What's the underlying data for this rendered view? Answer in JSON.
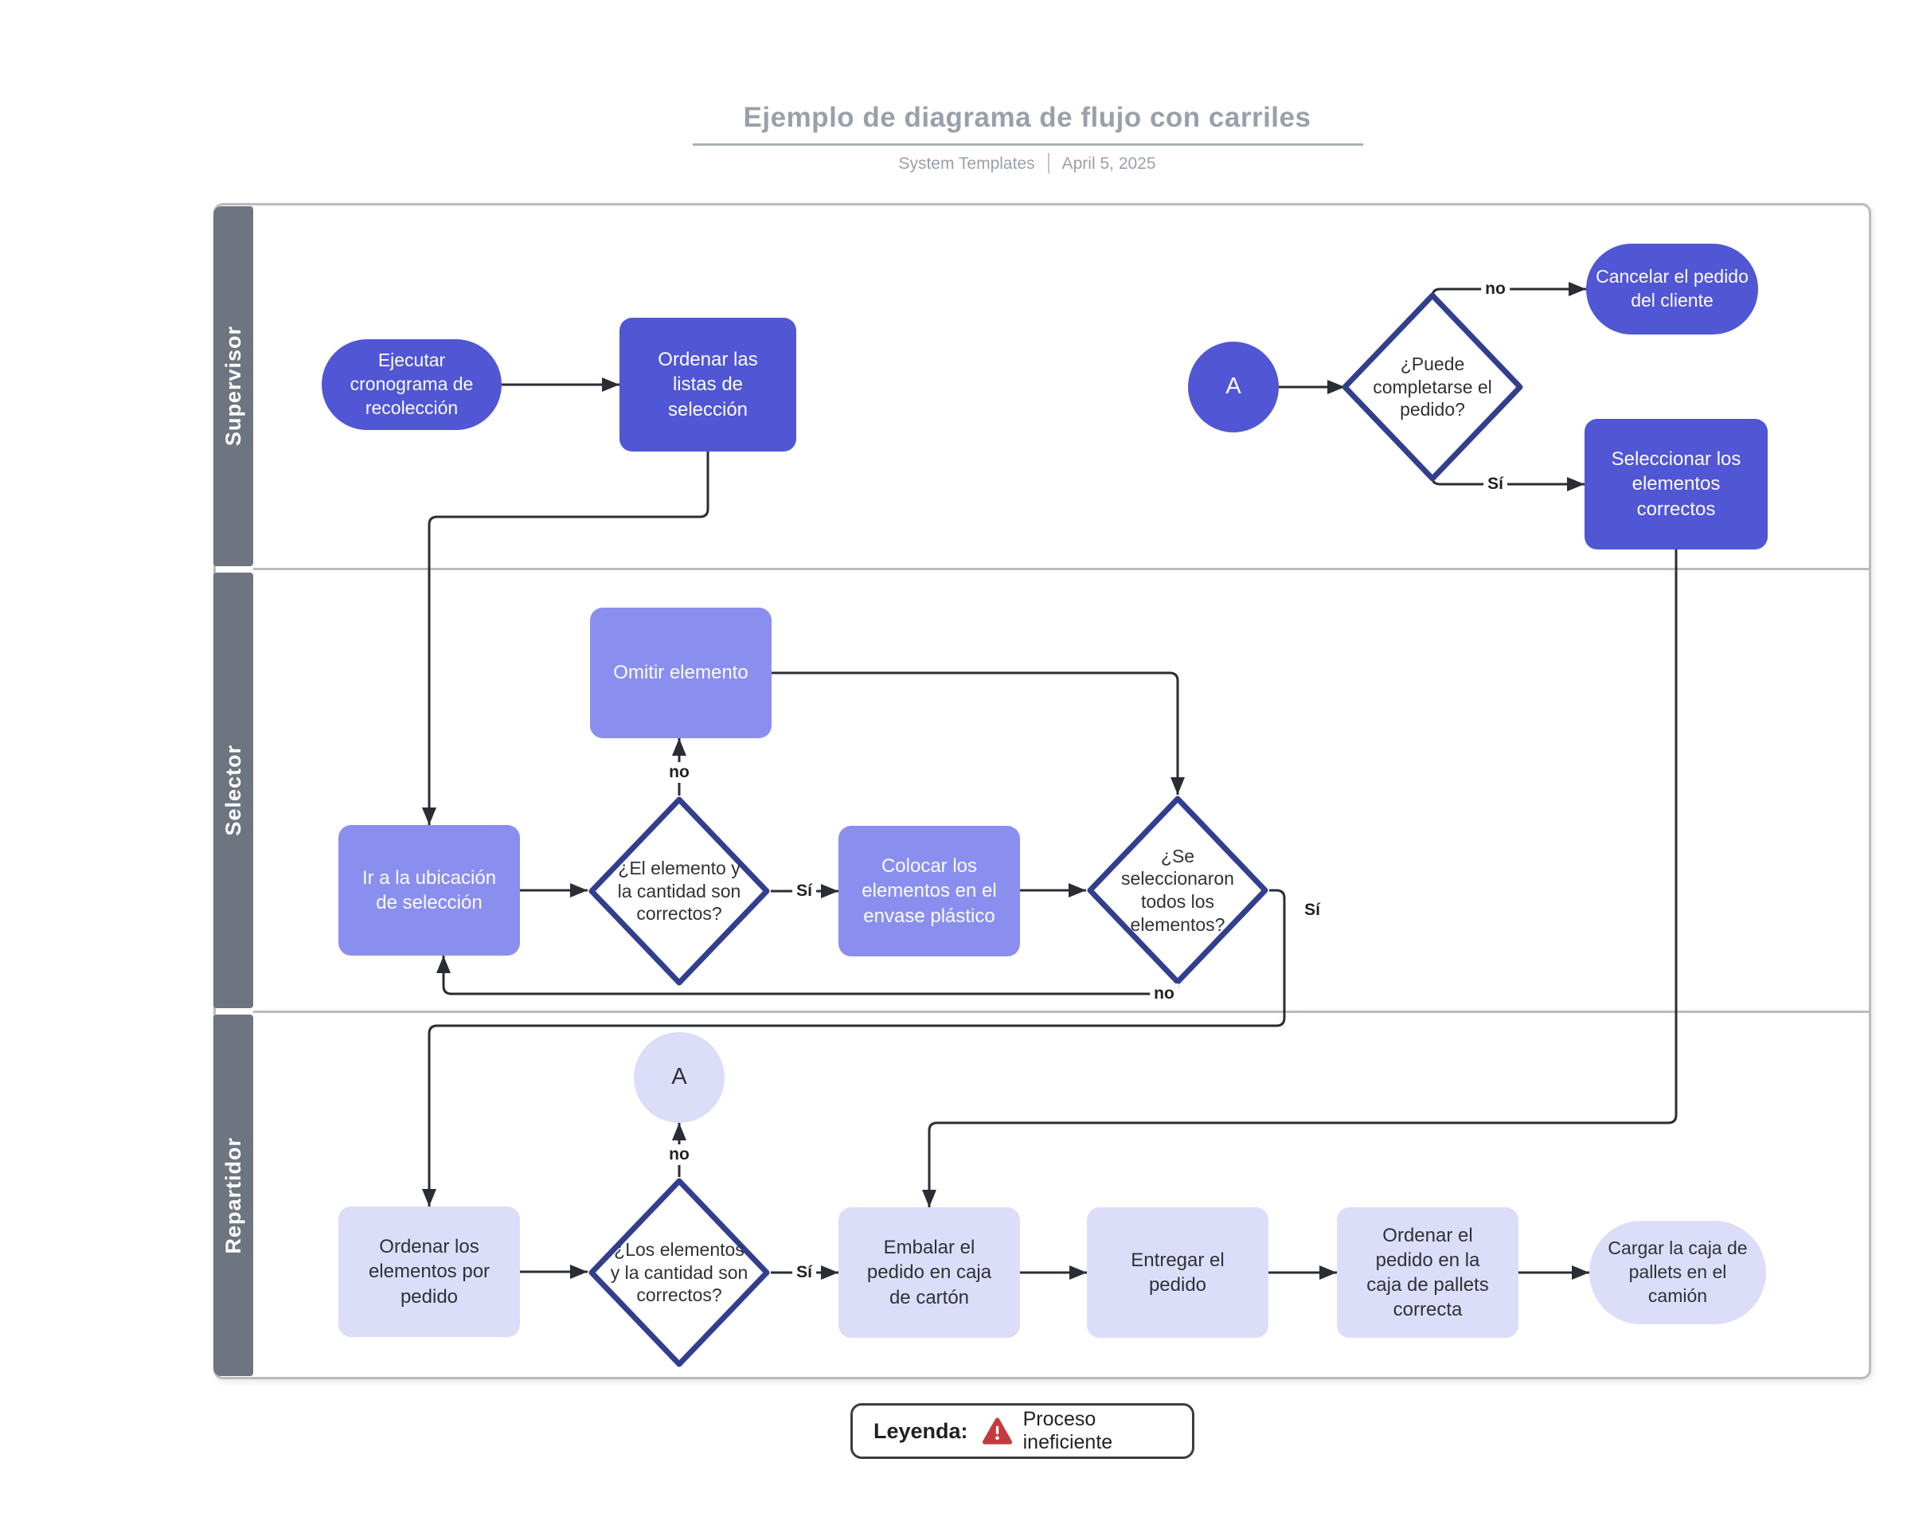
{
  "title": "Ejemplo de diagrama de flujo con carriles",
  "subtitle": {
    "author": "System Templates",
    "date": "April 5, 2025"
  },
  "lanes": [
    {
      "label": "Supervisor"
    },
    {
      "label": "Selector"
    },
    {
      "label": "Repartidor"
    }
  ],
  "nodes": {
    "ejecutar": {
      "type": "stadium",
      "lane": "Supervisor",
      "label": "Ejecutar cronograma de recolección"
    },
    "ordenar_listas": {
      "type": "process",
      "lane": "Supervisor",
      "label": "Ordenar las listas de selección"
    },
    "conector_a_sup": {
      "type": "circle",
      "lane": "Supervisor",
      "label": "A"
    },
    "puede_completarse": {
      "type": "decision",
      "lane": "Supervisor",
      "label": "¿Puede completarse el pedido?"
    },
    "cancelar": {
      "type": "stadium",
      "lane": "Supervisor",
      "label": "Cancelar el pedido del cliente"
    },
    "seleccionar": {
      "type": "process",
      "lane": "Supervisor",
      "label": "Seleccionar los elementos correctos"
    },
    "omitir": {
      "type": "process",
      "lane": "Selector",
      "label": "Omitir elemento"
    },
    "ir_ubicacion": {
      "type": "process",
      "lane": "Selector",
      "label": "Ir a la ubicación de selección"
    },
    "elemento_correcto": {
      "type": "decision",
      "lane": "Selector",
      "label": "¿El elemento y la cantidad son correctos?"
    },
    "colocar": {
      "type": "process",
      "lane": "Selector",
      "label": "Colocar los elementos en el envase plástico"
    },
    "se_seleccionaron": {
      "type": "decision",
      "lane": "Selector",
      "label": "¿Se seleccionaron todos los elementos?"
    },
    "conector_a_rep": {
      "type": "circle",
      "lane": "Repartidor",
      "label": "A"
    },
    "ordenar_elementos": {
      "type": "process",
      "lane": "Repartidor",
      "label": "Ordenar los elementos por pedido"
    },
    "elementos_correctos": {
      "type": "decision",
      "lane": "Repartidor",
      "label": "¿Los elementos y la cantidad son correctos?"
    },
    "embalar": {
      "type": "process",
      "lane": "Repartidor",
      "label": "Embalar el pedido en caja de cartón"
    },
    "entregar": {
      "type": "process",
      "lane": "Repartidor",
      "label": "Entregar el pedido"
    },
    "ordenar_pallets": {
      "type": "process",
      "lane": "Repartidor",
      "label": "Ordenar el pedido en la caja de pallets correcta"
    },
    "cargar": {
      "type": "stadium",
      "lane": "Repartidor",
      "label": "Cargar la caja de pallets en el camión"
    }
  },
  "edge_labels": {
    "puede_no": "no",
    "puede_si": "Sí",
    "elemento_no": "no",
    "elemento_si": "Sí",
    "seleccionaron_no": "no",
    "seleccionaron_si": "Sí",
    "elementos_no": "no",
    "elementos_si": "Sí"
  },
  "legend": {
    "title": "Leyenda:",
    "items": [
      {
        "icon": "warning-triangle-icon",
        "label": "Proceso ineficiente",
        "color": "#c43b3f"
      }
    ]
  },
  "colors": {
    "node_dark": "#5156d4",
    "node_medium": "#8a8fef",
    "node_light": "#dcddf8",
    "decision_border": "#323e8e",
    "lane_bar": "#6e7580",
    "frame_gray": "#b9bbc0",
    "connector": "#2a2d33",
    "title_text": "#9aa0aa",
    "warning_red": "#c43b3f"
  }
}
